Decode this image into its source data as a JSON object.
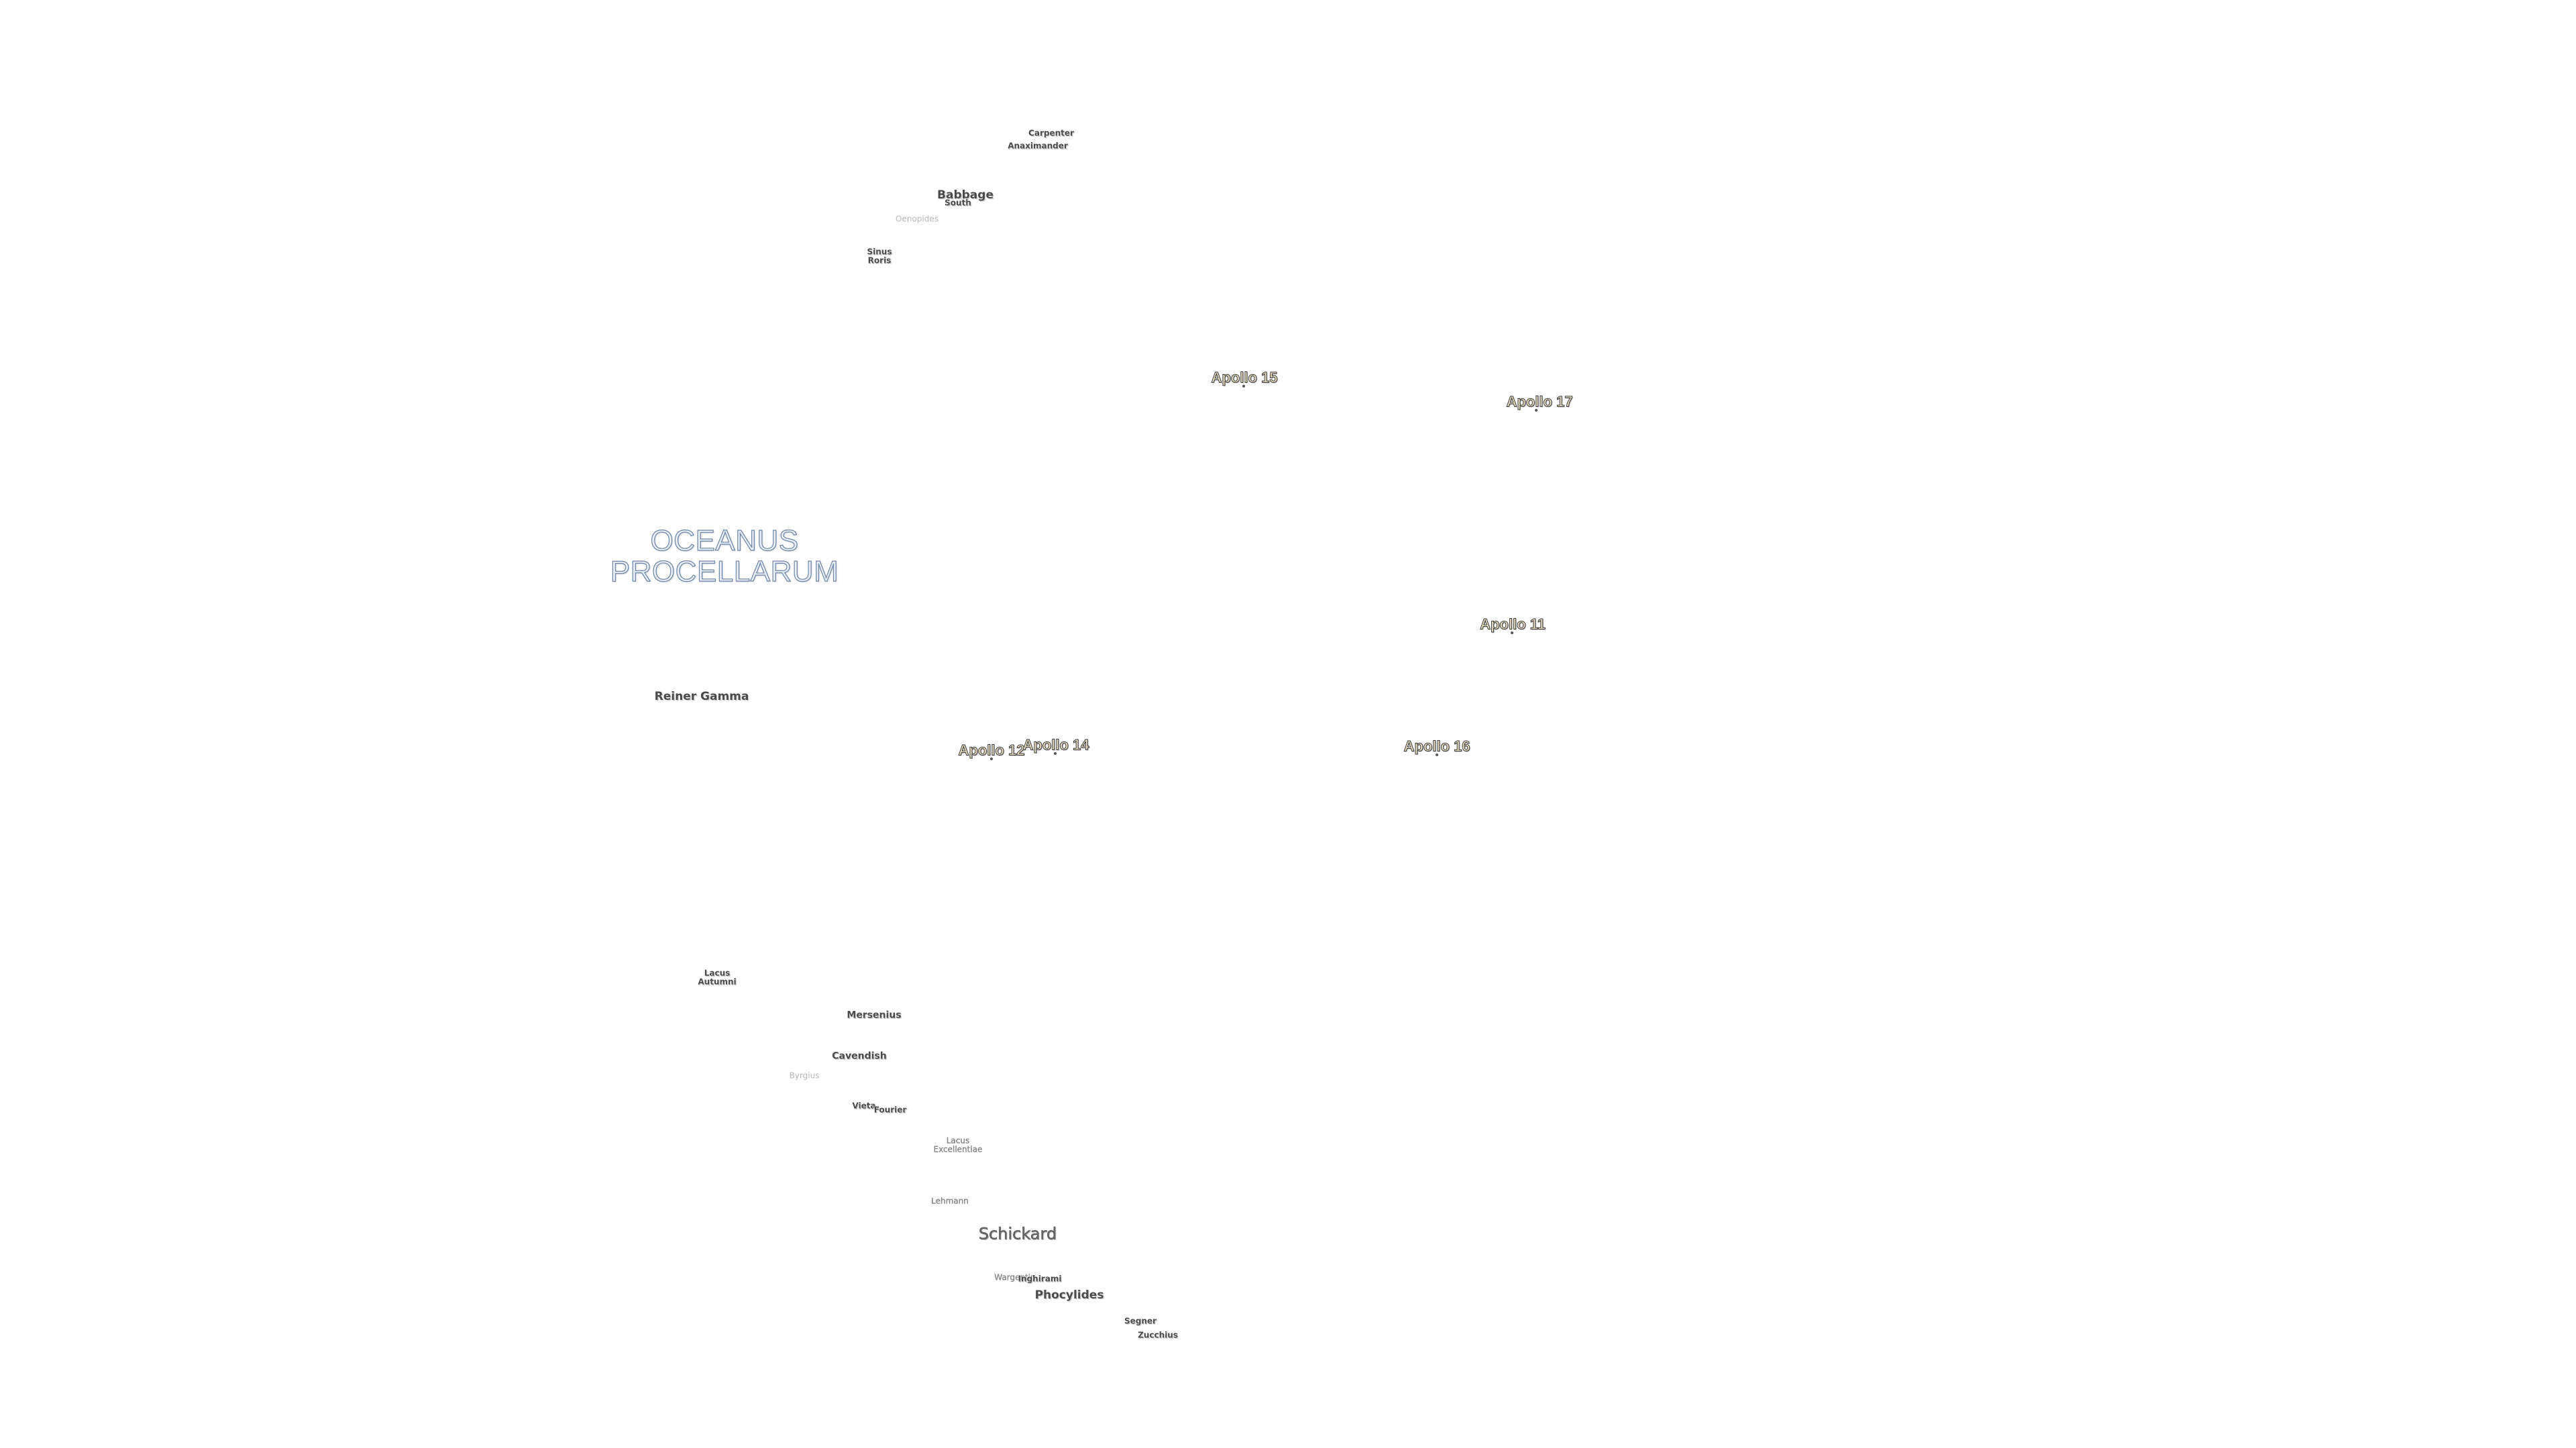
{
  "mare": {
    "oceanus_line1": "OCEANUS",
    "oceanus_line2": "PROCELLARUM"
  },
  "apollo_sites": {
    "a11": "Apollo 11",
    "a12": "Apollo 12",
    "a14": "Apollo 14",
    "a15": "Apollo 15",
    "a16": "Apollo 16",
    "a17": "Apollo 17"
  },
  "craters": {
    "carpenter": "Carpenter",
    "anaximander": "Anaximander",
    "babbage": "Babbage",
    "south": "South",
    "oenopides": "Oenopides",
    "sinus": "Sinus",
    "roris": "Roris",
    "reiner_gamma": "Reiner Gamma",
    "lacus_autumni_1": "Lacus",
    "lacus_autumni_2": "Autumni",
    "mersenius": "Mersenius",
    "cavendish": "Cavendish",
    "byrgius": "Byrgius",
    "vieta": "Vieta",
    "fourier": "Fourier",
    "lacus_exc_1": "Lacus",
    "lacus_exc_2": "Excellentiae",
    "lehmann": "Lehmann",
    "schickard": "Schickard",
    "wargentin": "Wargentin",
    "inghirami": "Inghirami",
    "phocylides": "Phocylides",
    "segner": "Segner",
    "zucchius": "Zucchius"
  },
  "colors": {
    "mare_fill": "#e9eef6",
    "mare_stroke": "#6f86a6",
    "apollo_fill": "#e8dcc0",
    "crater_text": "#4a4a4a",
    "background": "#ffffff"
  }
}
